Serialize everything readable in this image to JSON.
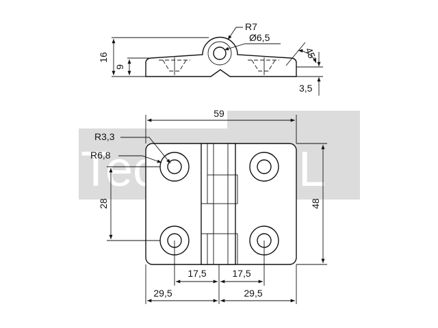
{
  "watermark": {
    "text_left": "Tech",
    "text_right": "XXL"
  },
  "side_view": {
    "radius_label": "R7",
    "diameter_label": "Ø6,5",
    "angle_label": "45°",
    "height_total_label": "16",
    "height_leaf_label": "9",
    "thickness_label": "3,5"
  },
  "front_view": {
    "width_label": "59",
    "height_label": "48",
    "hole_spacing_label": "28",
    "hole_radius_label": "R3,3",
    "boss_radius_label": "R6,8",
    "offset_left_inner_label": "17,5",
    "offset_right_inner_label": "17,5",
    "offset_left_outer_label": "29,5",
    "offset_right_outer_label": "29,5"
  },
  "colors": {
    "line": "#111111",
    "watermark": "#dcdcdc"
  }
}
